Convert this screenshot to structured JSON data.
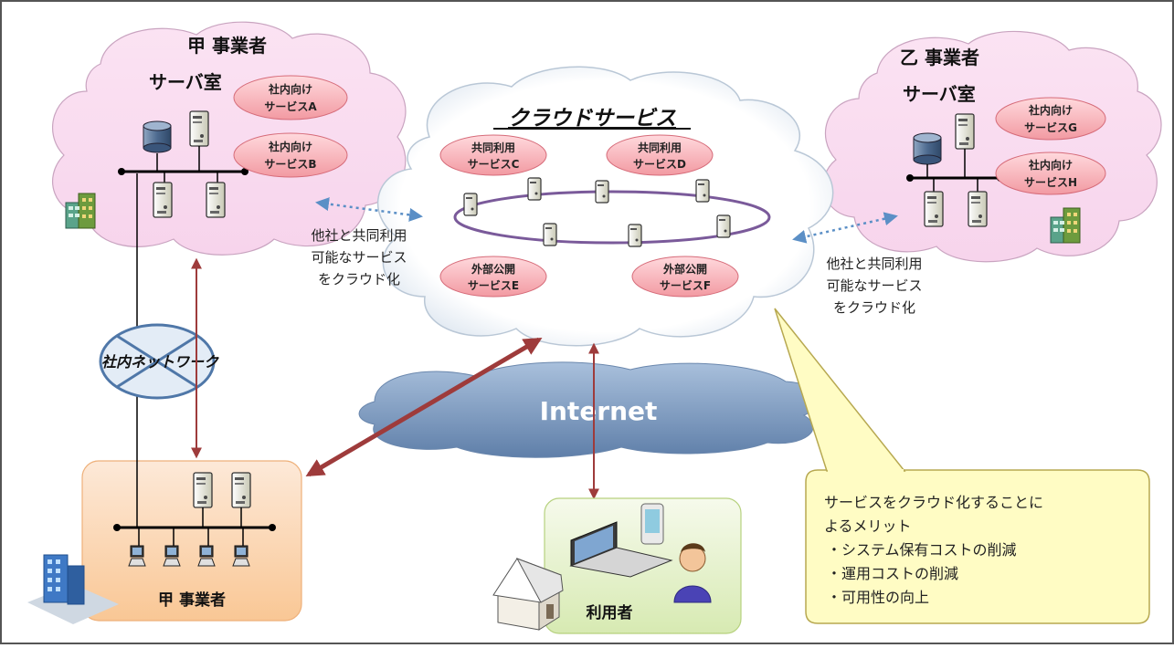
{
  "diagram": {
    "company_a": {
      "line1": "甲 事業者",
      "line2": "サーバ室"
    },
    "company_b": {
      "line1": "乙 事業者",
      "line2": "サーバ室"
    },
    "cloud_title": "クラウドサービス",
    "internal_services": [
      {
        "line1": "社内向け",
        "line2": "サービスA"
      },
      {
        "line1": "社内向け",
        "line2": "サービスB"
      },
      {
        "line1": "社内向け",
        "line2": "サービスG"
      },
      {
        "line1": "社内向け",
        "line2": "サービスH"
      }
    ],
    "cloud_services": [
      {
        "line1": "共同利用",
        "line2": "サービスC"
      },
      {
        "line1": "共同利用",
        "line2": "サービスD"
      },
      {
        "line1": "外部公開",
        "line2": "サービスE"
      },
      {
        "line1": "外部公開",
        "line2": "サービスF"
      }
    ],
    "share_label_left": [
      "他社と共同利用",
      "可能なサービス",
      "をクラウド化"
    ],
    "share_label_right": [
      "他社と共同利用",
      "可能なサービス",
      "をクラウド化"
    ],
    "internal_network": "社内ネットワーク",
    "internet": "Internet",
    "office_label": "甲 事業者",
    "user_label": "利用者",
    "callout": {
      "heading_line1": "サービスをクラウド化することに",
      "heading_line2": "よるメリット",
      "items": [
        "・システム保有コストの削減",
        "・運用コストの削減",
        "・可用性の向上"
      ]
    }
  }
}
